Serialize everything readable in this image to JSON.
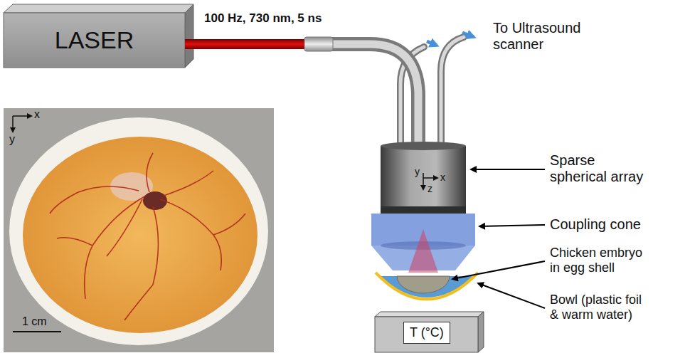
{
  "diagram": {
    "nodes": [
      {
        "text": [
          "LASER"
        ]
      },
      {
        "text": [
          "T (°C)"
        ]
      }
    ],
    "labels": [
      "100 Hz, 730 nm, 5 ns",
      "To Ultrasound scanner",
      "Sparse spherical array",
      "Coupling cone",
      "Chicken embryo in egg shell",
      "Bowl (plastic foil & warm water)",
      "x",
      "y",
      "1 cm",
      "y",
      "x",
      "z"
    ]
  }
}
